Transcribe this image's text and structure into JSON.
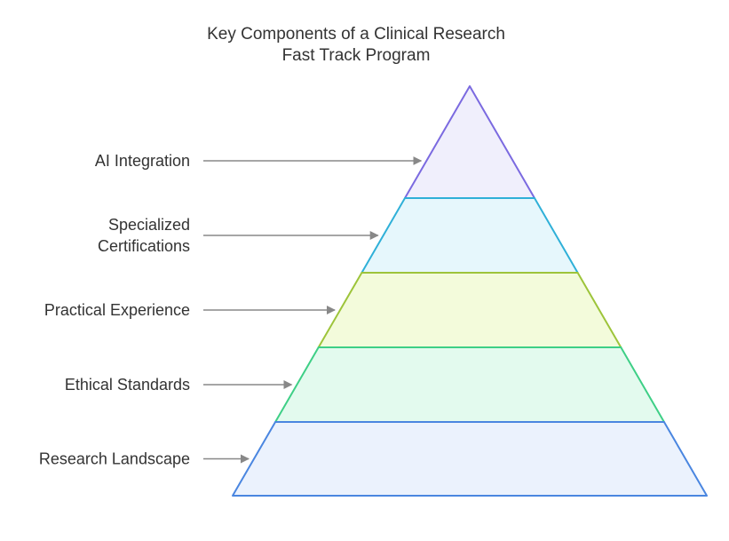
{
  "title": {
    "line1": "Key Components of a Clinical Research",
    "line2": "Fast Track Program"
  },
  "layers": [
    {
      "lines": [
        "AI Integration"
      ],
      "fill": "#f0effc",
      "stroke": "#7b6ae0"
    },
    {
      "lines": [
        "Specialized",
        "Certifications"
      ],
      "fill": "#e6f7fc",
      "stroke": "#2fb0d8"
    },
    {
      "lines": [
        "Practical Experience"
      ],
      "fill": "#f3fbdb",
      "stroke": "#9dc43a"
    },
    {
      "lines": [
        "Ethical Standards"
      ],
      "fill": "#e3faee",
      "stroke": "#3ecf86"
    },
    {
      "lines": [
        "Research Landscape"
      ],
      "fill": "#ebf2fd",
      "stroke": "#4a86e0"
    }
  ],
  "arrow_color": "#888888",
  "text_color": "#333333"
}
